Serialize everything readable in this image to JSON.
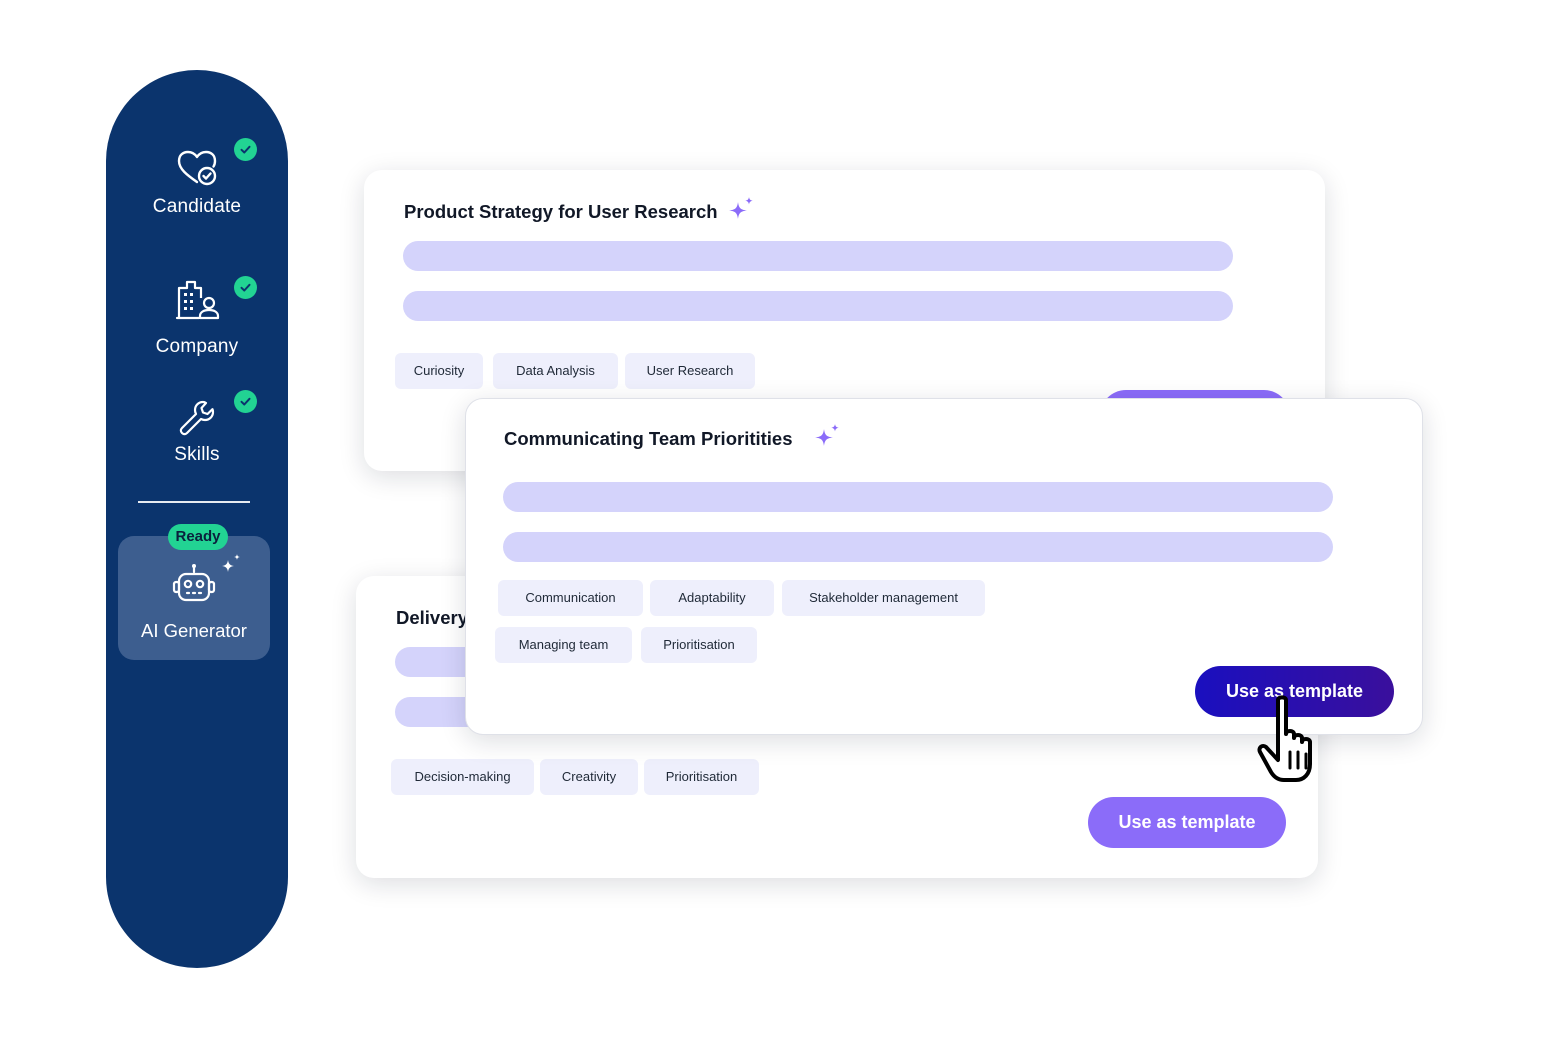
{
  "sidebar": {
    "items": [
      {
        "label": "Candidate",
        "icon": "heart-check-icon",
        "done": true
      },
      {
        "label": "Company",
        "icon": "building-user-icon",
        "done": true
      },
      {
        "label": "Skills",
        "icon": "wrench-icon",
        "done": true
      }
    ],
    "ai": {
      "label": "AI Generator",
      "badge": "Ready",
      "icon": "robot-icon"
    }
  },
  "cards": {
    "back": {
      "title": "Product Strategy for User Research",
      "tags": [
        "Curiosity",
        "Data Analysis",
        "User Research"
      ]
    },
    "bottom": {
      "title": "Delivery",
      "tags": [
        "Decision-making",
        "Creativity",
        "Prioritisation"
      ],
      "button": "Use as template"
    },
    "front": {
      "title": "Communicating Team Prioritities",
      "tags": [
        "Communication",
        "Adaptability",
        "Stakeholder management",
        "Managing team",
        "Prioritisation"
      ],
      "button": "Use as template"
    }
  },
  "colors": {
    "sidebar": "#0b346d",
    "check": "#22d393",
    "placeholder_bar": "#d4d3fb",
    "tag_bg": "#eeeffc",
    "accent": "#8b6cf9",
    "primary_button": "#1a0fbf"
  }
}
